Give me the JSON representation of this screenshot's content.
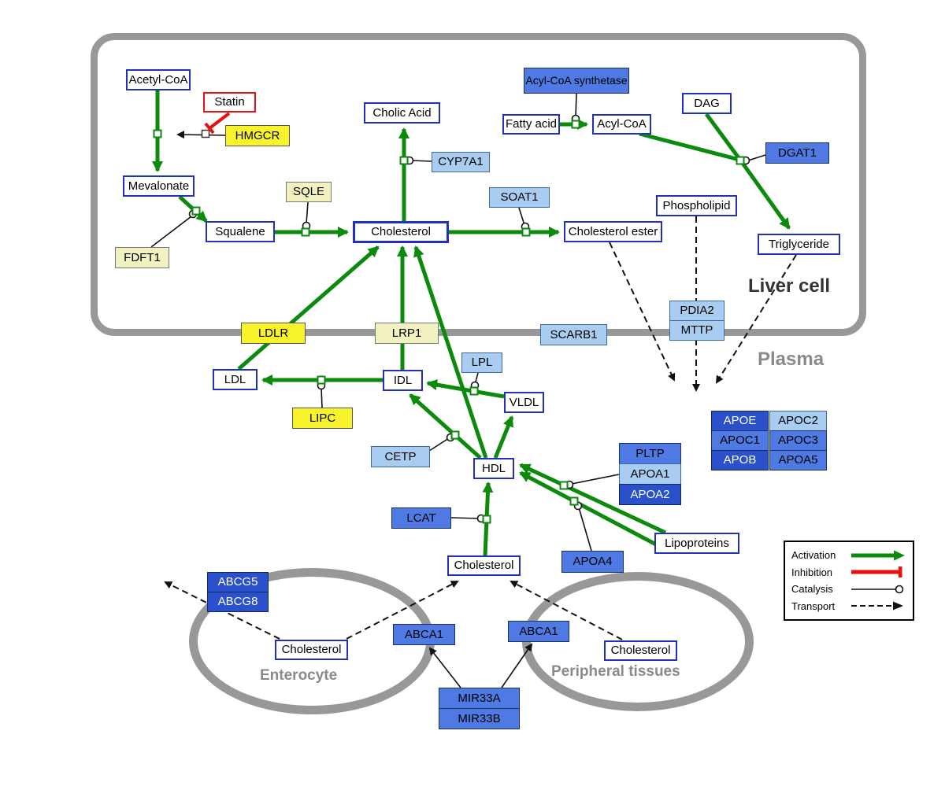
{
  "compartments": {
    "liver": "Liver cell",
    "plasma": "Plasma",
    "enterocyte": "Enterocyte",
    "peripheral": "Peripheral tissues"
  },
  "legend": {
    "activation": "Activation",
    "inhibition": "Inhibition",
    "catalysis": "Catalysis",
    "transport": "Transport"
  },
  "nodes": {
    "acetyl_coa": "Acetyl-CoA",
    "statin": "Statin",
    "hmgcr": "HMGCR",
    "mevalonate": "Mevalonate",
    "sqle": "SQLE",
    "fdft1": "FDFT1",
    "squalene": "Squalene",
    "cholic_acid": "Cholic Acid",
    "cyp7a1": "CYP7A1",
    "cholesterol_liver": "Cholesterol",
    "soat1": "SOAT1",
    "cholesterol_ester": "Cholesterol ester",
    "acyl_coa_synthetase": "Acyl-CoA synthetase",
    "fatty_acid": "Fatty acid",
    "acyl_coa": "Acyl-CoA",
    "dag": "DAG",
    "dgat1": "DGAT1",
    "phospholipid": "Phospholipid",
    "triglyceride": "Triglyceride",
    "pdia2": "PDIA2",
    "mttp": "MTTP",
    "ldlr": "LDLR",
    "lrp1": "LRP1",
    "scarb1": "SCARB1",
    "ldl": "LDL",
    "idl": "IDL",
    "lpl": "LPL",
    "vldl": "VLDL",
    "lipc": "LIPC",
    "cetp": "CETP",
    "hdl": "HDL",
    "pltp": "PLTP",
    "apoa1": "APOA1",
    "apoa2": "APOA2",
    "apoe": "APOE",
    "apoc2": "APOC2",
    "apoc1": "APOC1",
    "apoc3": "APOC3",
    "apob": "APOB",
    "apoa5": "APOA5",
    "lcat": "LCAT",
    "apoa4": "APOA4",
    "lipoproteins": "Lipoproteins",
    "cholesterol_plasma": "Cholesterol",
    "abcg5": "ABCG5",
    "abcg8": "ABCG8",
    "cholesterol_enterocyte": "Cholesterol",
    "abca1_enterocyte": "ABCA1",
    "abca1_peripheral": "ABCA1",
    "cholesterol_peripheral": "Cholesterol",
    "mir33a": "MIR33A",
    "mir33b": "MIR33B"
  },
  "colors": {
    "activation_green": "#0b8a0b",
    "inhibition_red": "#e91010",
    "metabolite_border_blue": "#2030c0",
    "gene_yellow": "#f9f32b",
    "gene_pale_yellow": "#f2f2c0",
    "gene_light_blue": "#a9cdf0",
    "gene_blue": "#4f7ae3",
    "gene_dark_blue": "#2a50cc",
    "membrane_gray": "#989898"
  }
}
